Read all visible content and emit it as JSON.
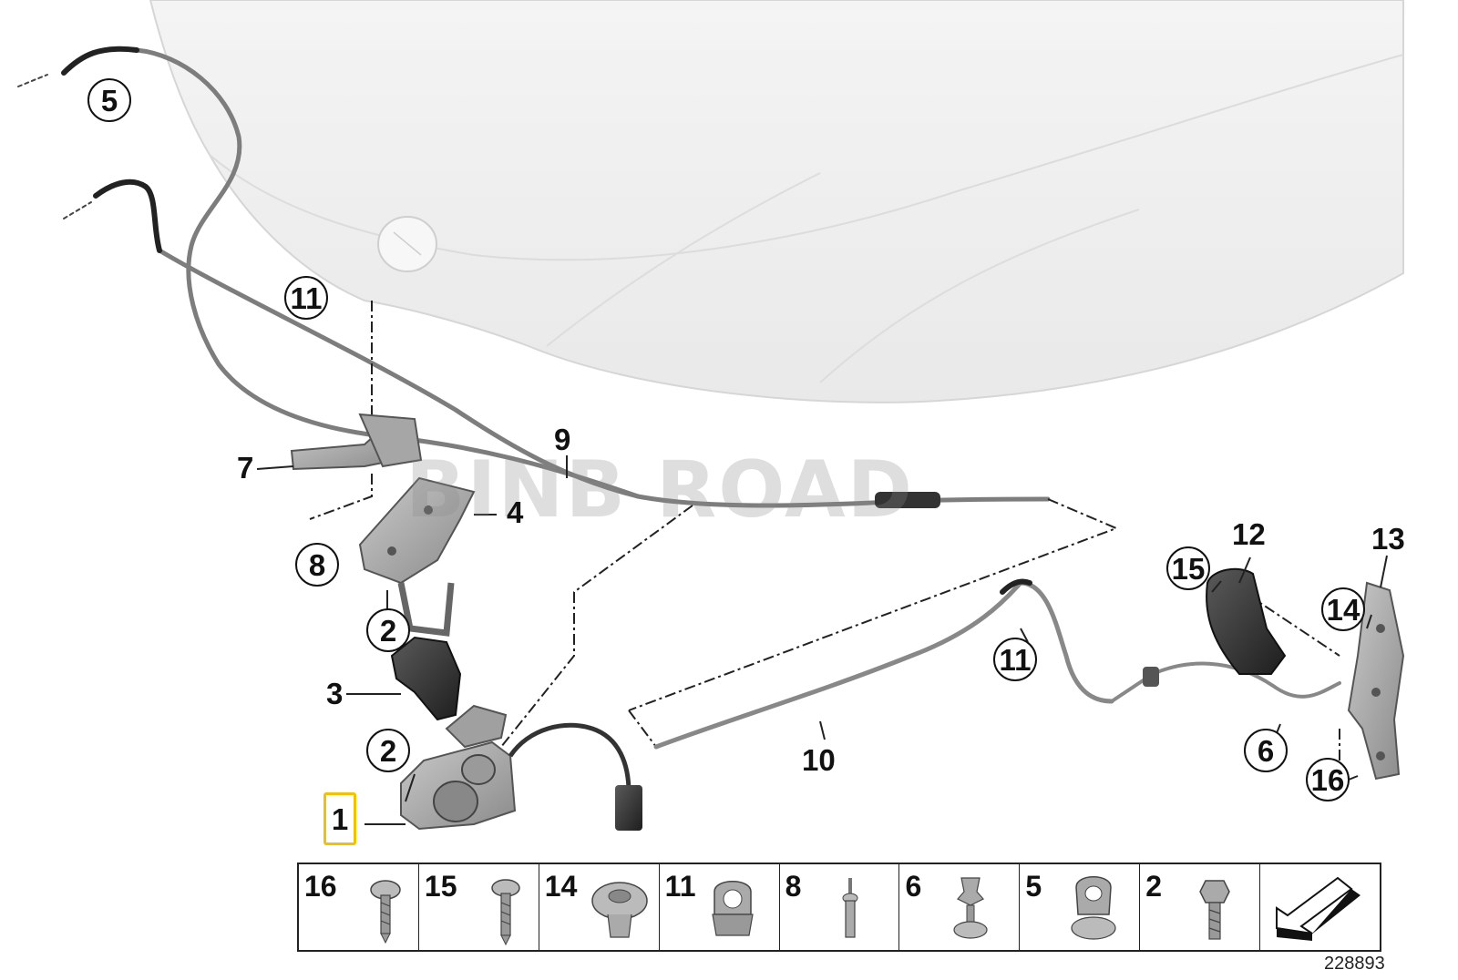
{
  "watermark": "BINB ROAD",
  "diagram_number": "228893",
  "callouts": {
    "c5": "5",
    "c11a": "11",
    "c7": "7",
    "c9": "9",
    "c4": "4",
    "c8": "8",
    "c2a": "2",
    "c3": "3",
    "c2b": "2",
    "c1": "1",
    "c10": "10",
    "c11b": "11",
    "c15": "15",
    "c12": "12",
    "c13": "13",
    "c14": "14",
    "c6": "6",
    "c16": "16"
  },
  "legend": [
    {
      "number": "16",
      "icon": "torx-screw-icon"
    },
    {
      "number": "15",
      "icon": "screw-icon"
    },
    {
      "number": "14",
      "icon": "plastic-nut-icon"
    },
    {
      "number": "11",
      "icon": "cable-holder-icon"
    },
    {
      "number": "8",
      "icon": "rivet-icon"
    },
    {
      "number": "6",
      "icon": "clip-icon"
    },
    {
      "number": "5",
      "icon": "cable-clip-icon"
    },
    {
      "number": "2",
      "icon": "hex-bolt-icon"
    },
    {
      "number": "",
      "icon": "direction-arrow-icon"
    }
  ]
}
